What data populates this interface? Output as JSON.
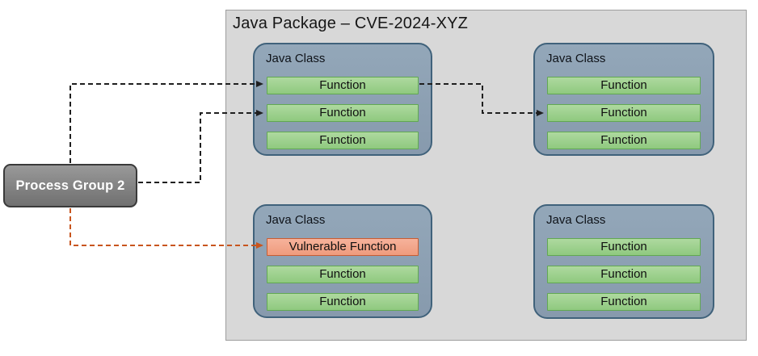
{
  "package": {
    "title": "Java Package – CVE-2024-XYZ",
    "classes": [
      {
        "position": "top-left",
        "label": "Java Class",
        "functions": [
          {
            "label": "Function",
            "vulnerable": false
          },
          {
            "label": "Function",
            "vulnerable": false
          },
          {
            "label": "Function",
            "vulnerable": false
          }
        ]
      },
      {
        "position": "top-right",
        "label": "Java Class",
        "functions": [
          {
            "label": "Function",
            "vulnerable": false
          },
          {
            "label": "Function",
            "vulnerable": false
          },
          {
            "label": "Function",
            "vulnerable": false
          }
        ]
      },
      {
        "position": "bottom-left",
        "label": "Java Class",
        "functions": [
          {
            "label": "Vulnerable Function",
            "vulnerable": true
          },
          {
            "label": "Function",
            "vulnerable": false
          },
          {
            "label": "Function",
            "vulnerable": false
          }
        ]
      },
      {
        "position": "bottom-right",
        "label": "Java Class",
        "functions": [
          {
            "label": "Function",
            "vulnerable": false
          },
          {
            "label": "Function",
            "vulnerable": false
          },
          {
            "label": "Function",
            "vulnerable": false
          }
        ]
      }
    ]
  },
  "process_group": {
    "label": "Process Group 2"
  },
  "connections": [
    {
      "from": "process-group-2",
      "to": "top-left-class.function-1",
      "style": "dashed",
      "color_ref": "arrow_black"
    },
    {
      "from": "process-group-2",
      "to": "top-left-class.function-2",
      "style": "dashed",
      "color_ref": "arrow_black"
    },
    {
      "from": "top-left-class.function-1",
      "to": "top-right-class.function-2",
      "style": "dashed",
      "color_ref": "arrow_black"
    },
    {
      "from": "process-group-2",
      "to": "bottom-left-class.vulnerable-function",
      "style": "dashed",
      "color_ref": "arrow_orange"
    }
  ],
  "colors": {
    "package_bg": "#d8d8d8",
    "package_border": "#9e9e9e",
    "class_fill": "#8da1b3",
    "class_border": "#40627b",
    "function_fill": "#9ed08f",
    "function_border": "#61a852",
    "vulnerable_fill": "#f2a98e",
    "vulnerable_border": "#c65d33",
    "process_fill": "#8a8a8a",
    "process_border": "#3a3a3a",
    "process_text": "#ffffff",
    "arrow_black": "#1f1f1f",
    "arrow_orange": "#c8551e"
  }
}
